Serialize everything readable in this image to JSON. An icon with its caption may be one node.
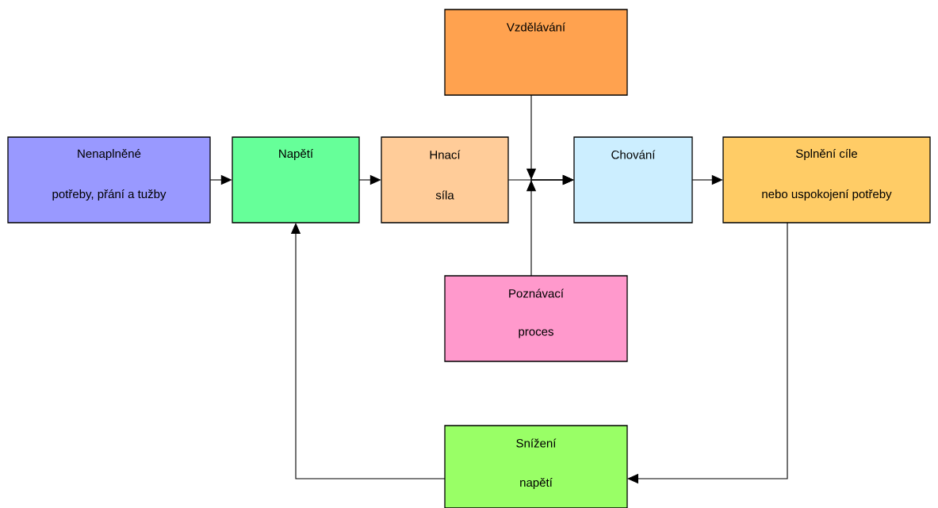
{
  "diagram": {
    "nodes": [
      {
        "text": [
          "Vzdělávání"
        ]
      },
      {
        "text": [
          "Nenaplněné",
          "potřeby, přání a tužby"
        ]
      },
      {
        "text": [
          "Napětí"
        ]
      },
      {
        "text": [
          "Hnací",
          "síla"
        ]
      },
      {
        "text": [
          "Chování"
        ]
      },
      {
        "text": [
          "Splnění cíle",
          "nebo uspokojení potřeby"
        ]
      },
      {
        "text": [
          "Poznávací",
          "proces"
        ]
      },
      {
        "text": [
          "Snížení",
          "napětí"
        ]
      }
    ],
    "edges": [
      {
        "from": 1,
        "to": 2,
        "arrow": "to"
      },
      {
        "from": 2,
        "to": 3,
        "arrow": "to"
      },
      {
        "from": 3,
        "to": 4,
        "arrow": "to"
      },
      {
        "from": 0,
        "to": 4,
        "arrow": "to"
      },
      {
        "from": 6,
        "to": 4,
        "arrow": "to"
      },
      {
        "from": 4,
        "to": 5,
        "arrow": "to"
      },
      {
        "from": 5,
        "to": 7,
        "arrow": "to"
      },
      {
        "from": 7,
        "to": 2,
        "arrow": "to"
      }
    ]
  }
}
